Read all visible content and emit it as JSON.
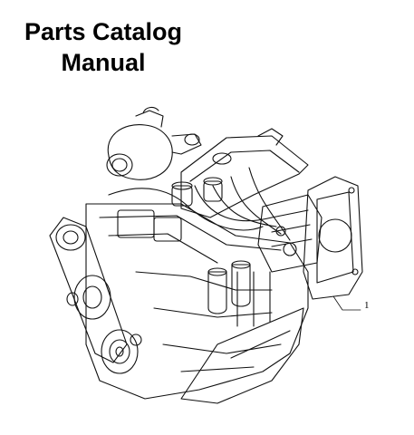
{
  "title": {
    "line1": "Parts Catalog",
    "line2": "Manual"
  },
  "figure": {
    "callout": "1"
  }
}
